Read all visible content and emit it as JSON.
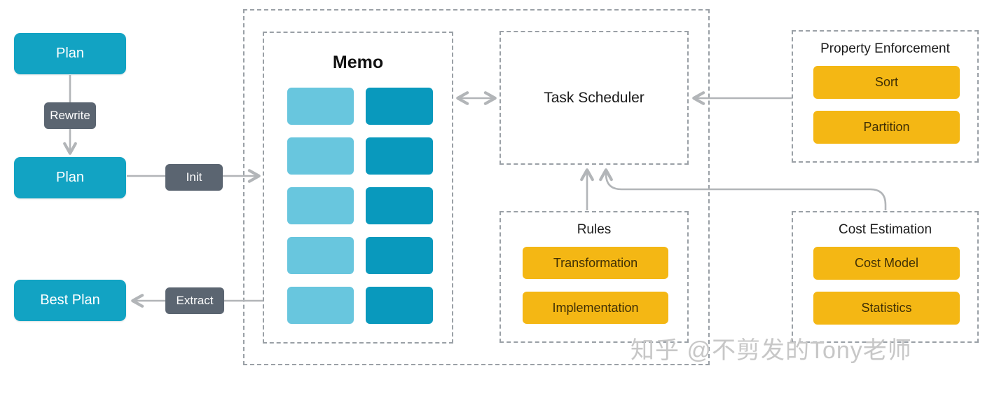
{
  "left_flow": {
    "plan_top": "Plan",
    "rewrite": "Rewrite",
    "plan_bottom": "Plan",
    "init": "Init",
    "best_plan": "Best Plan",
    "extract": "Extract"
  },
  "memo": {
    "title": "Memo",
    "rows": 5
  },
  "task_scheduler": {
    "title": "Task Scheduler"
  },
  "rules": {
    "title": "Rules",
    "items": [
      "Transformation",
      "Implementation"
    ]
  },
  "property_enforcement": {
    "title": "Property Enforcement",
    "items": [
      "Sort",
      "Partition"
    ]
  },
  "cost_estimation": {
    "title": "Cost Estimation",
    "items": [
      "Cost Model",
      "Statistics"
    ]
  },
  "watermark": {
    "text": "知乎 @不剪发的Tony老师"
  },
  "colors": {
    "teal_box": "#12a3c3",
    "memo_cell_light": "#68c6de",
    "memo_cell_dark": "#0999bd",
    "gray_label": "#5b6571",
    "yellow_chip": "#f4b714",
    "dashed_border": "#9aa0a6",
    "arrow": "#b2b5b8"
  }
}
